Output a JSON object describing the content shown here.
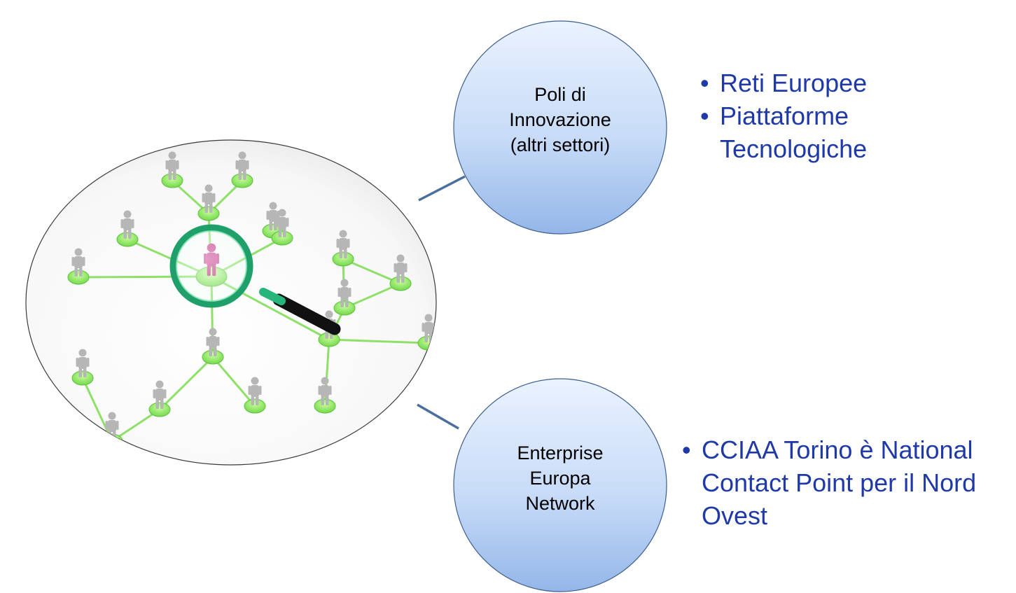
{
  "colors": {
    "bullet_text": "#1f3aa6",
    "bubble_fill_top": "#e9f1ff",
    "bubble_fill_bottom": "#9dbdeb",
    "bubble_stroke": "#3d5f8f",
    "connector": "#4a6f9e",
    "network_line": "#8fe06a",
    "node_fill": "#84e860",
    "person_gray": "#b6b6b6",
    "person_magenta": "#c2237f",
    "lens_ring": "#1fa06a",
    "handle": "#111111"
  },
  "image": {
    "icon": "network-magnifier-illustration"
  },
  "bubbles": [
    {
      "id": "poli",
      "lines": [
        "Poli di",
        "Innovazione",
        "(altri settori)"
      ],
      "bullets": [
        "Reti Europee",
        "Piattaforme Tecnologiche"
      ]
    },
    {
      "id": "een",
      "lines": [
        "Enterprise",
        "Europa",
        "Network"
      ],
      "bullets": [
        "CCIAA Torino è National Contact Point per il Nord Ovest"
      ]
    }
  ]
}
